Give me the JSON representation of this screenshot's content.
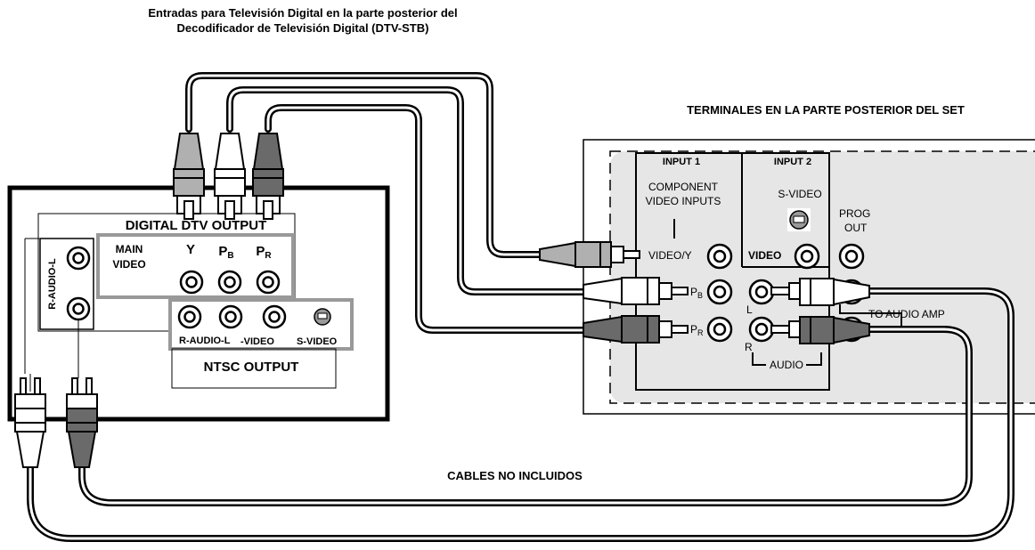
{
  "title_line1": "Entradas para Televisión Digital en la parte posterior del",
  "title_line2": "Decodificador de Televisión Digital (DTV-STB)",
  "set_title": "TERMINALES EN LA PARTE POSTERIOR DEL SET",
  "cables_note": "CABLES NO INCLUIDOS",
  "stb": {
    "digital_output_label": "DIGITAL DTV OUTPUT",
    "main_video_line1": "MAIN",
    "main_video_line2": "VIDEO",
    "y_label": "Y",
    "pb_label": "P",
    "pb_sub": "B",
    "pr_label": "P",
    "pr_sub": "R",
    "audio_vertical_label": "R-AUDIO-L",
    "ntsc_row_labels": [
      "R-AUDIO-L",
      "-VIDEO",
      "S-VIDEO"
    ],
    "ntsc_output_label": "NTSC  OUTPUT"
  },
  "set": {
    "input1": "INPUT 1",
    "input2": "INPUT 2",
    "component_line1": "COMPONENT",
    "component_line2": "VIDEO INPUTS",
    "svideo": "S-VIDEO",
    "prog_line1": "PROG",
    "prog_line2": "OUT",
    "video_y": "VIDEO/Y",
    "video": "VIDEO",
    "pb": "P",
    "pb_sub": "B",
    "pr": "P",
    "pr_sub": "R",
    "l": "L",
    "r": "R",
    "audio": "AUDIO",
    "to_audio_amp": "TO AUDIO AMP"
  },
  "colors": {
    "light_gray": "#b0b0b0",
    "dark_gray": "#6a6a6a",
    "panel_fill": "#e6e6e6"
  }
}
